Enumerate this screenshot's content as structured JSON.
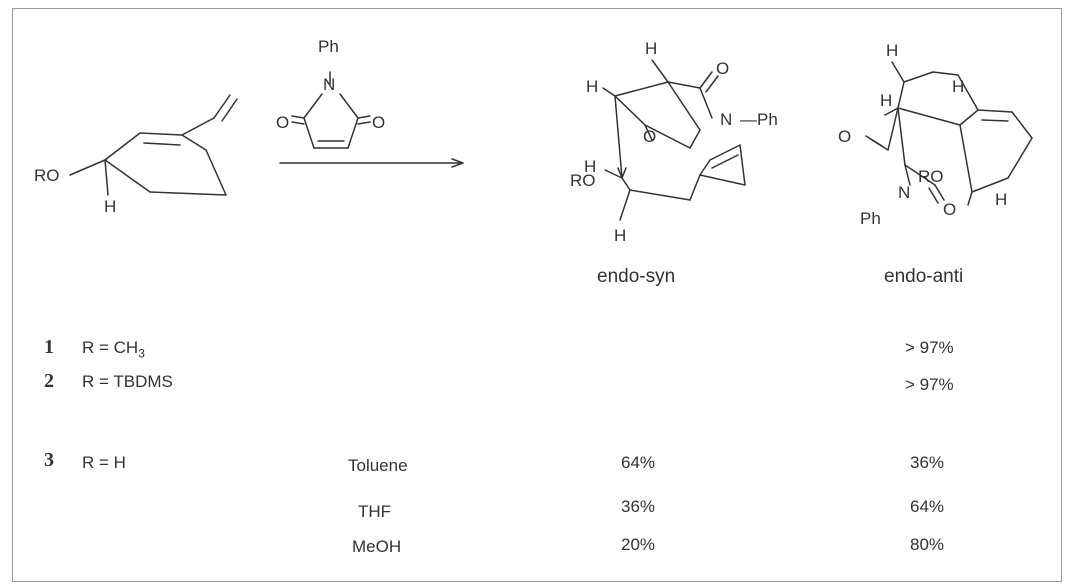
{
  "structures": {
    "diene": {
      "ro": "RO",
      "h": "H"
    },
    "dienophile": {
      "ph": "Ph",
      "n": "N",
      "o1": "O",
      "o2": "O"
    },
    "endo_syn": {
      "h1": "H",
      "h2": "H",
      "o1": "O",
      "o2": "O",
      "n": "N",
      "ph": "—Ph",
      "h3": "H",
      "ro": "RO",
      "h4": "H"
    },
    "endo_anti": {
      "h1": "H",
      "h2": "H",
      "h3": "H",
      "o1": "O",
      "ro": "RO",
      "n": "N",
      "ph": "Ph",
      "o2": "O",
      "h4": "H"
    }
  },
  "columns": {
    "endo_syn": "endo-syn",
    "endo_anti": "endo-anti"
  },
  "rows": [
    {
      "num": "1",
      "r_prefix": "R = CH",
      "r_sub": "3",
      "solvent": "",
      "syn": "",
      "anti": "> 97%"
    },
    {
      "num": "2",
      "r_prefix": "R = TBDMS",
      "r_sub": "",
      "solvent": "",
      "syn": "",
      "anti": "> 97%"
    },
    {
      "num": "3",
      "r_prefix": "R = H",
      "r_sub": "",
      "solvent": "Toluene",
      "syn": "64%",
      "anti": "36%"
    },
    {
      "num": "",
      "r_prefix": "",
      "r_sub": "",
      "solvent": "THF",
      "syn": "36%",
      "anti": "64%"
    },
    {
      "num": "",
      "r_prefix": "",
      "r_sub": "",
      "solvent": "MeOH",
      "syn": "20%",
      "anti": "80%"
    }
  ]
}
